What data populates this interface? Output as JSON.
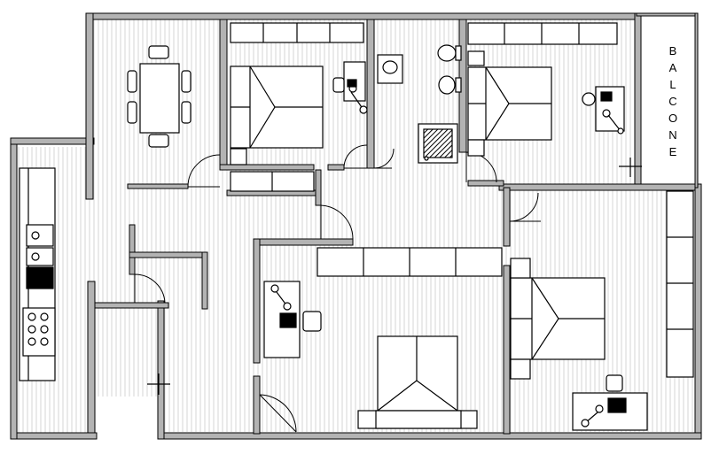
{
  "plan": {
    "balcony_label": [
      "B",
      "A",
      "L",
      "C",
      "O",
      "N",
      "E"
    ],
    "colors": {
      "wall": "#b3b3b3",
      "wall_stroke": "#000000",
      "floor_hatch": "#d6d6d6",
      "background": "#ffffff"
    }
  }
}
